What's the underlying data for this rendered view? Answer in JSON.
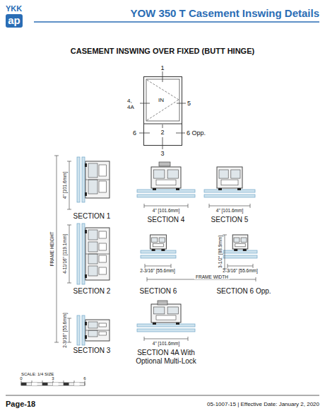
{
  "diagram": {
    "title": "YOW 350 T Casement Inswing Details",
    "nodes": [
      {
        "text": [
          "IN"
        ]
      }
    ],
    "labels": [
      "YKK",
      "ap",
      "CASEMENT INSWING OVER FIXED (BUTT HINGE)",
      "1",
      "4, 4A",
      "5",
      "2",
      "6",
      "6 Opp.",
      "3",
      "4\" [101.6mm]",
      "SECTION 1",
      "4\" [101.6mm]",
      "SECTION 4",
      "4\" [101.6mm]",
      "SECTION 5",
      "FRAME HEIGHT",
      "4-11/16\" [119.1mm]",
      "SECTION 2",
      "2-3/16\" [55.6mm]",
      "SECTION 6",
      "3-1/2\" [88.9mm]",
      "2-3/16\" [55.6mm]",
      "SECTION 6 Opp.",
      "FRAME WIDTH",
      "2-3/16\" [55.6mm]",
      "SECTION 3",
      "4\" [101.6mm]",
      "SECTION 4A With Optional Multi-Lock",
      "SCALE: 1/4 SIZE",
      "0",
      "3",
      "6",
      "Page-18",
      "05-1007-15 | Effective Date: January 2, 2020"
    ]
  }
}
